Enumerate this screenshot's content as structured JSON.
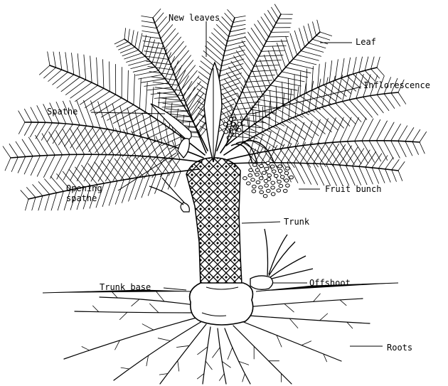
{
  "labels": {
    "new_leaves": "New leaves",
    "leaf": "Leaf",
    "inflorescence": "Inflorescence",
    "spathe": "Spathe",
    "opening_spathe_line1": "Opening",
    "opening_spathe_line2": "spathe",
    "fruit_bunch": "Fruit bunch",
    "trunk": "Trunk",
    "trunk_base": "Trunk base",
    "offshoot": "Offshoot",
    "roots": "Roots"
  },
  "colors": {
    "ink": "#000000",
    "background": "#ffffff"
  }
}
